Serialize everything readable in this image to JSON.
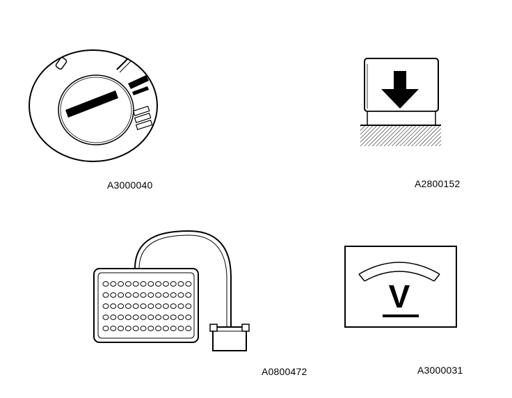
{
  "figures": [
    {
      "id": "ignition",
      "caption": "A3000040",
      "icon": "ignition-switch-icon"
    },
    {
      "id": "press",
      "caption": "A2800152",
      "icon": "push-down-arrow-icon"
    },
    {
      "id": "breakout",
      "caption": "A0800472",
      "icon": "breakout-box-icon"
    },
    {
      "id": "voltmeter",
      "caption": "A3000031",
      "icon": "voltmeter-icon"
    }
  ],
  "voltmeter_symbol": "V"
}
